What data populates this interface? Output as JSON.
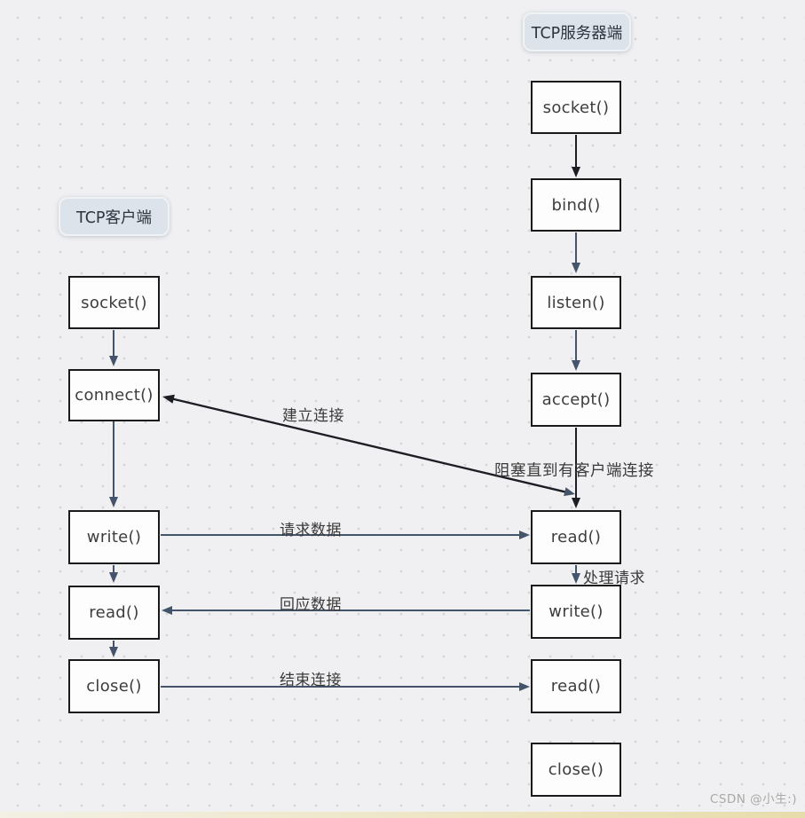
{
  "diagram": {
    "client": {
      "title": "TCP客户端",
      "nodes": [
        "socket()",
        "connect()",
        "write()",
        "read()",
        "close()"
      ]
    },
    "server": {
      "title": "TCP服务器端",
      "nodes": [
        "socket()",
        "bind()",
        "listen()",
        "accept()",
        "read()",
        "write()",
        "read()",
        "close()"
      ]
    },
    "edge_labels": {
      "establish": "建立连接",
      "block": "阻塞直到有客户端连接",
      "request": "请求数据",
      "process": "处理请求",
      "response": "回应数据",
      "finish": "结束连接"
    }
  },
  "watermark": "CSDN @小生:)",
  "colors": {
    "background": "#f0f0f2",
    "box_border": "#1a1a1a",
    "arrow_navy": "#44546a",
    "arrow_black": "#1c1e24",
    "pill_background": "#dce3ea"
  }
}
